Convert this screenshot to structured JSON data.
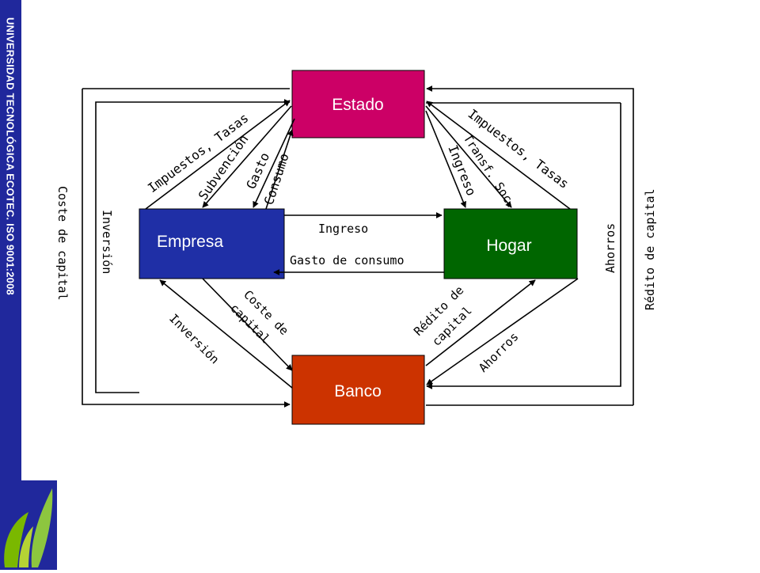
{
  "sidebar": {
    "text": "UNIVERSIDAD TECNOLÓGICA ECOTEC. ISO 9001:2008"
  },
  "nodes": {
    "estado": {
      "label": "Estado",
      "color": "#cc0066"
    },
    "empresa": {
      "label": "Empresa",
      "color": "#1f2fa6"
    },
    "hogar": {
      "label": "Hogar",
      "color": "#006600"
    },
    "banco": {
      "label": "Banco",
      "color": "#cc3300"
    }
  },
  "edges": {
    "impuestos_tasas_left": "Impuestos, Tasas",
    "subvencion": "Subvención",
    "gasto": "Gasto",
    "consumo": "Consumo",
    "ingreso_estado": "Ingreso",
    "transf_soc": "Transf. Soc.",
    "impuestos_tasas_right": "Impuestos, Tasas",
    "ingreso": "Ingreso",
    "gasto_de_consumo": "Gasto de consumo",
    "coste_de_capital_left": "Coste de capital",
    "inversion_left": "Inversión",
    "ahorros_right": "Ahorros",
    "redito_de_capital_right": "Rédito de capital",
    "coste_de_capital_mid_1": "Coste de",
    "coste_de_capital_mid_2": "capital",
    "inversion_bottom": "Inversión",
    "redito_de_capital_mid_1": "Rédito de",
    "redito_de_capital_mid_2": "capital",
    "ahorros_bottom": "Ahorros"
  }
}
